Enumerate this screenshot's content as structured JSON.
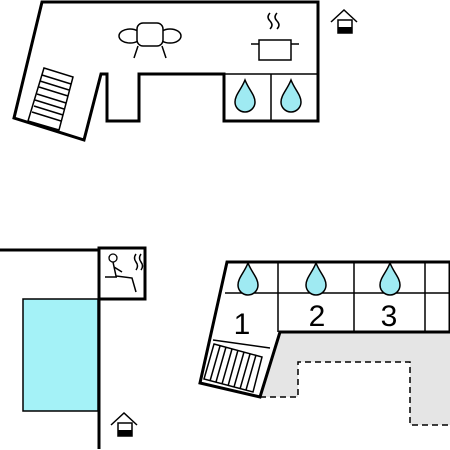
{
  "colors": {
    "wall": "#000000",
    "water": "#9feaf2",
    "pool": "#a4f2f7",
    "terrace": "#e5e5e5",
    "background": "#ffffff"
  },
  "icons": {
    "sofa": "sofa-icon",
    "kitchen": "cooking-pot-icon",
    "bathroom": "water-drop-icon",
    "sauna": "sauna-person-icon",
    "entrance": "house-entrance-icon",
    "stairs": "staircase-icon"
  },
  "rooms": {
    "bedroom_1": "1",
    "bedroom_2": "2",
    "bedroom_3": "3"
  }
}
